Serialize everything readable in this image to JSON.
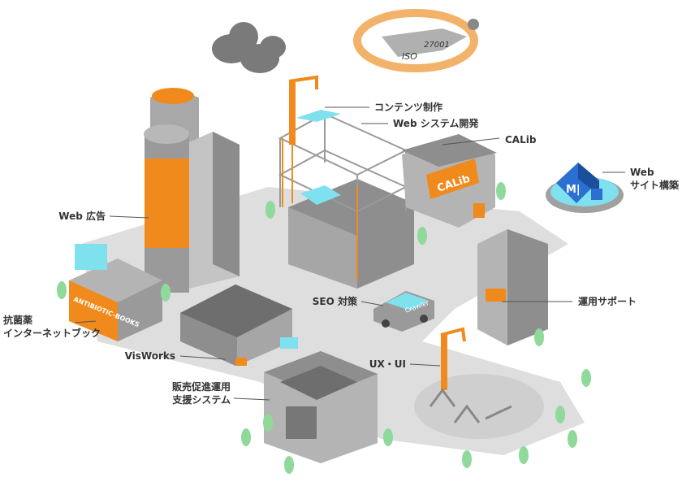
{
  "labels": {
    "content": "コンテンツ制作",
    "websystem": "Web システム開発",
    "calib": "CALib",
    "website_1": "Web",
    "website_2": "サイト構築",
    "webad": "Web 広告",
    "antibac_1": "抗菌薬",
    "antibac_2": "インターネットブック",
    "seo": "SEO 対策",
    "operation": "運用サポート",
    "visworks": "VisWorks",
    "sales_1": "販売促進運用",
    "sales_2": "支援システム",
    "uxui": "UX・UI"
  },
  "signs": {
    "iso": "ISO",
    "iso_num": "27001",
    "calib": "CALib",
    "books": "ANTIBIOTIC-BOOKS",
    "mi": "M|",
    "crawler": "Crawler"
  },
  "colors": {
    "accent": "#f08a1c",
    "building": "#9a9a9a",
    "building_dark": "#6e6e6e",
    "building_light": "#c8c8c8",
    "ground": "#dcdcdc",
    "tree": "#8fd99a",
    "cyan": "#6fdcec",
    "blue": "#2a6fd1"
  }
}
